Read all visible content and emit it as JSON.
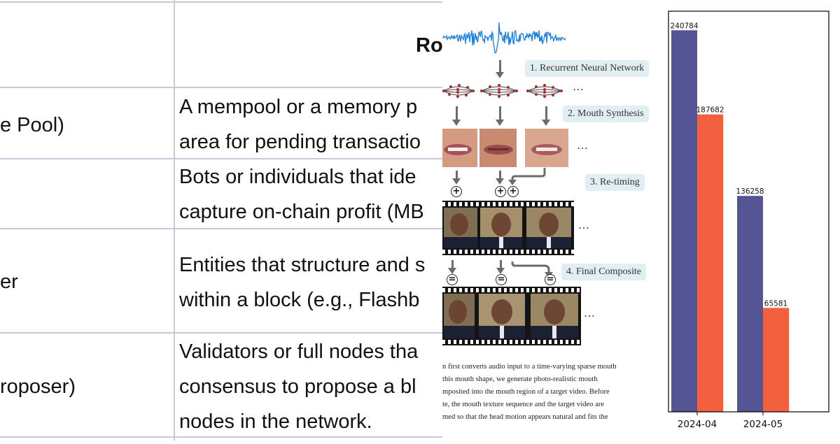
{
  "table": {
    "header": "Ro",
    "rows": [
      {
        "name": "e Pool)",
        "desc": [
          "A mempool or a memory p",
          "area for pending transactio"
        ]
      },
      {
        "name": "",
        "desc": [
          "Bots or individuals that ide",
          "capture on-chain profit (MB"
        ]
      },
      {
        "name": "er",
        "desc": [
          "Entities that structure and s",
          "within a block (e.g., Flashb"
        ]
      },
      {
        "name": "roposer)",
        "desc": [
          "Validators or full nodes tha",
          "consensus to propose a bl",
          "nodes in the network."
        ]
      }
    ]
  },
  "figure": {
    "steps": [
      "1. Recurrent Neural Network",
      "2. Mouth Synthesis",
      "3. Re-timing",
      "4. Final Composite"
    ],
    "ellipsis": "…",
    "operators": {
      "plus": "+",
      "equals": "="
    },
    "caption_lines": [
      "n first converts audio input to a time-varying sparse mouth",
      " this mouth shape, we generate photo-realistic mouth",
      "mposited into the mouth region of a target video. Before",
      "te, the mouth texture sequence and the target video are",
      "med so that the head motion appears natural and fits the"
    ],
    "waveform_color": "#1a7fe8"
  },
  "chart_data": {
    "type": "bar",
    "categories": [
      "2024-04",
      "2024-05"
    ],
    "series": [
      {
        "values": [
          240784,
          136258
        ],
        "color": "#555596"
      },
      {
        "values": [
          187682,
          65581
        ],
        "color": "#f2603f"
      }
    ],
    "value_labels": [
      [
        "240784",
        "187682"
      ],
      [
        "136258",
        "65581"
      ]
    ],
    "ylim": [
      0,
      252823
    ]
  }
}
